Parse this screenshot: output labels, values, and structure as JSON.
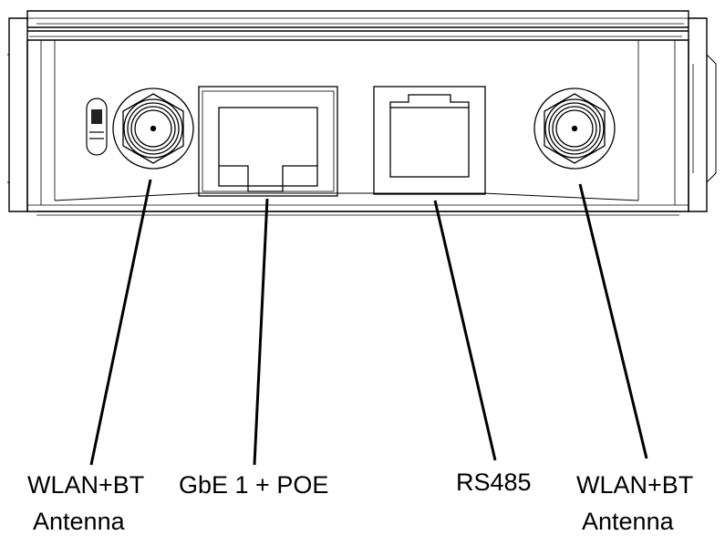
{
  "labels": [
    {
      "id": "wlan-bt-left",
      "text": "WLAN+BT\n Antenna"
    },
    {
      "id": "gbe-poe",
      "text": "GbE 1 + POE"
    },
    {
      "id": "rs485",
      "text": "RS485"
    },
    {
      "id": "wlan-bt-right",
      "text": "WLAN+BT\n Antenna"
    }
  ]
}
